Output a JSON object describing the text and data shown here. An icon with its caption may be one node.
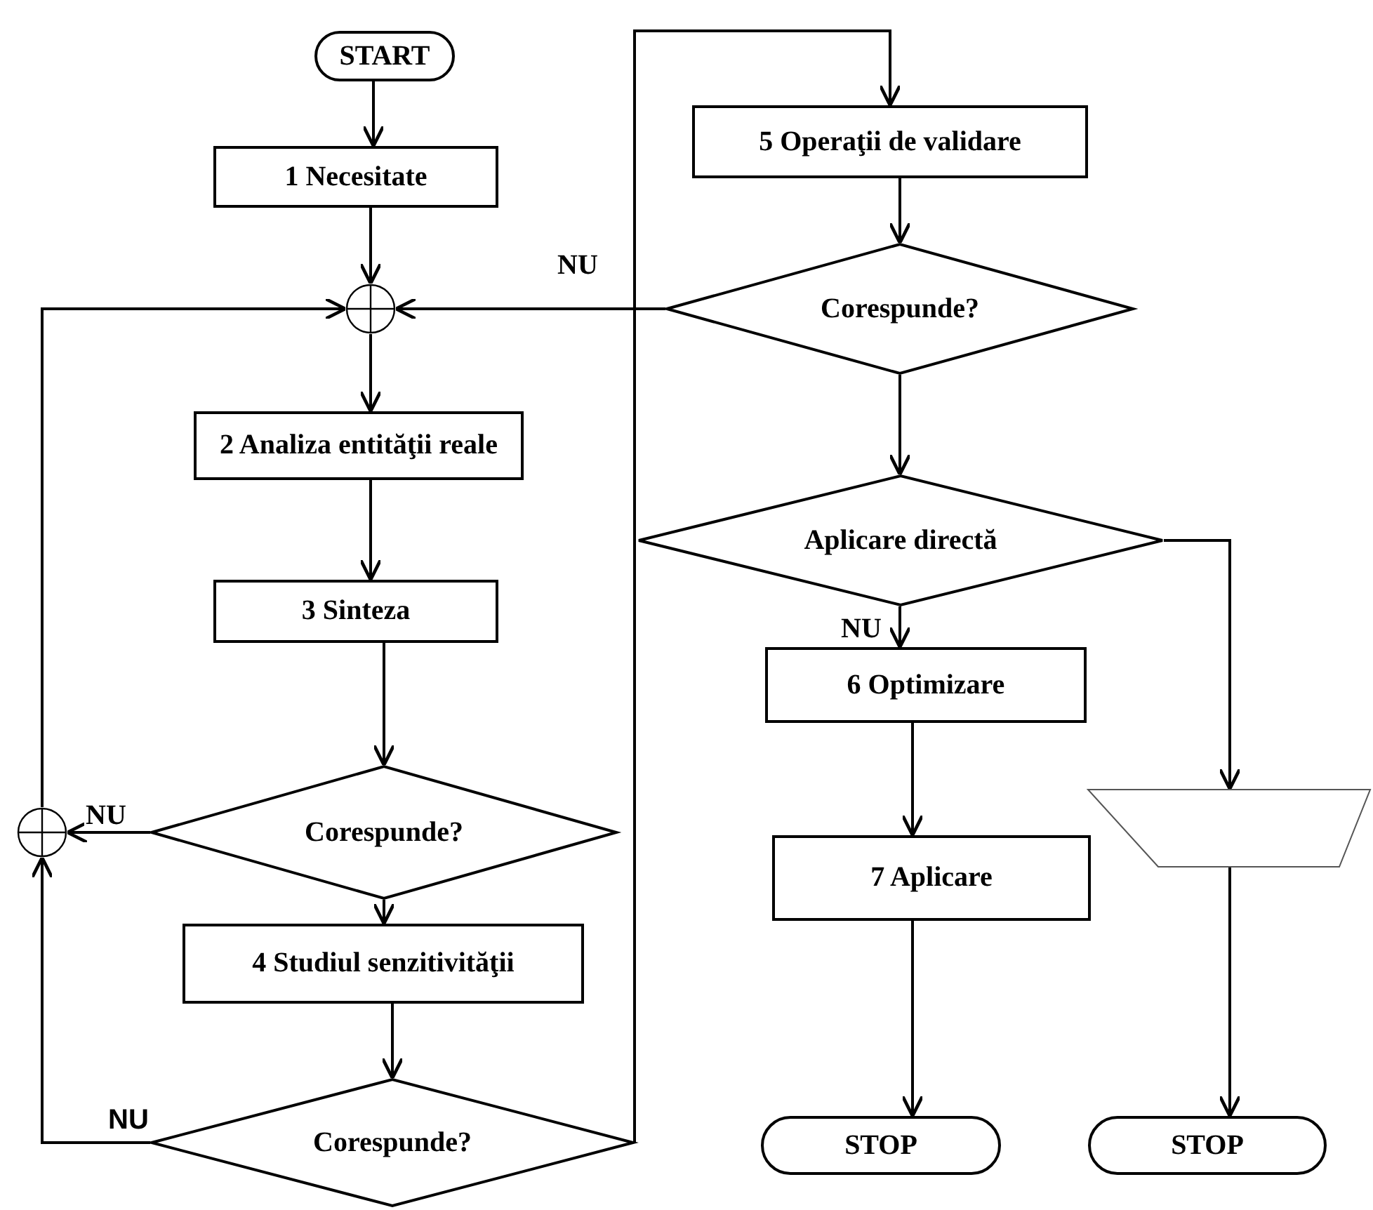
{
  "diagram": {
    "nodes": [
      {
        "text": [
          "START"
        ]
      },
      {
        "text": [
          "1 Necesitate"
        ]
      },
      {
        "text": [],
        "shape": "circle"
      },
      {
        "text": [
          "2 Analiza entităţii reale"
        ]
      },
      {
        "text": [
          "3 Sinteza"
        ]
      },
      {
        "text": [
          "Corespunde?"
        ]
      },
      {
        "text": [],
        "shape": "circle"
      },
      {
        "text": [
          "4 Studiul senzitivităţii"
        ]
      },
      {
        "text": [
          "Corespunde?"
        ]
      },
      {
        "text": [
          "5 Operaţii de validare"
        ]
      },
      {
        "text": [
          "Corespunde?"
        ]
      },
      {
        "text": [
          "Aplicare directă"
        ]
      },
      {
        "text": [
          "6 Optimizare"
        ]
      },
      {
        "text": [
          "7 Aplicare"
        ]
      },
      {
        "text": [
          "STOP"
        ]
      },
      {
        "text": [],
        "shape": "trapezoid"
      },
      {
        "text": [
          "STOP"
        ]
      }
    ],
    "edges": [
      {
        "from": 0,
        "to": 1,
        "arrow": "to"
      },
      {
        "from": 1,
        "to": 2,
        "arrow": "to"
      },
      {
        "from": 2,
        "to": 3,
        "arrow": "to"
      },
      {
        "from": 3,
        "to": 4,
        "arrow": "to"
      },
      {
        "from": 4,
        "to": 5,
        "arrow": "to"
      },
      {
        "from": 5,
        "to": 6,
        "arrow": "to",
        "label": "NU"
      },
      {
        "from": 5,
        "to": 7,
        "arrow": "to"
      },
      {
        "from": 7,
        "to": 8,
        "arrow": "to"
      },
      {
        "from": 8,
        "to": 6,
        "arrow": "to",
        "label": "NU"
      },
      {
        "from": 6,
        "to": 2,
        "arrow": "to"
      },
      {
        "from": 8,
        "to": 9,
        "arrow": "to"
      },
      {
        "from": 9,
        "to": 10,
        "arrow": "to"
      },
      {
        "from": 10,
        "to": 2,
        "arrow": "to",
        "label": "NU"
      },
      {
        "from": 10,
        "to": 11,
        "arrow": "to"
      },
      {
        "from": 11,
        "to": 12,
        "arrow": "to",
        "label": "NU"
      },
      {
        "from": 12,
        "to": 13,
        "arrow": "to"
      },
      {
        "from": 13,
        "to": 14,
        "arrow": "to"
      },
      {
        "from": 11,
        "to": 15,
        "arrow": "to"
      },
      {
        "from": 15,
        "to": 16,
        "arrow": "to"
      }
    ]
  }
}
